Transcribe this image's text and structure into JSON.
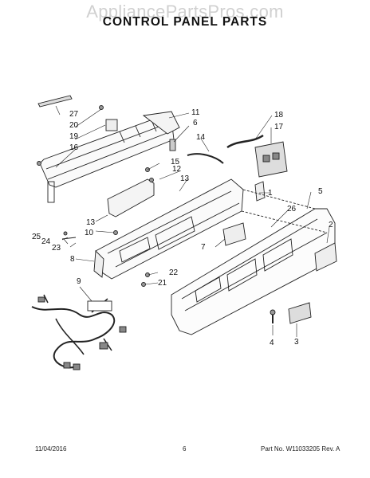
{
  "watermark": "AppliancePartsPros.com",
  "title": "CONTROL PANEL PARTS",
  "callouts": [
    "1",
    "2",
    "3",
    "4",
    "5",
    "6",
    "7",
    "8",
    "9",
    "10",
    "11",
    "12",
    "13",
    "13",
    "14",
    "15",
    "16",
    "17",
    "18",
    "19",
    "20",
    "21",
    "22",
    "23",
    "24",
    "25",
    "26",
    "27"
  ],
  "footer": {
    "date": "11/04/2016",
    "page": "6",
    "ref": "Part No. W11033205  Rev. A"
  }
}
